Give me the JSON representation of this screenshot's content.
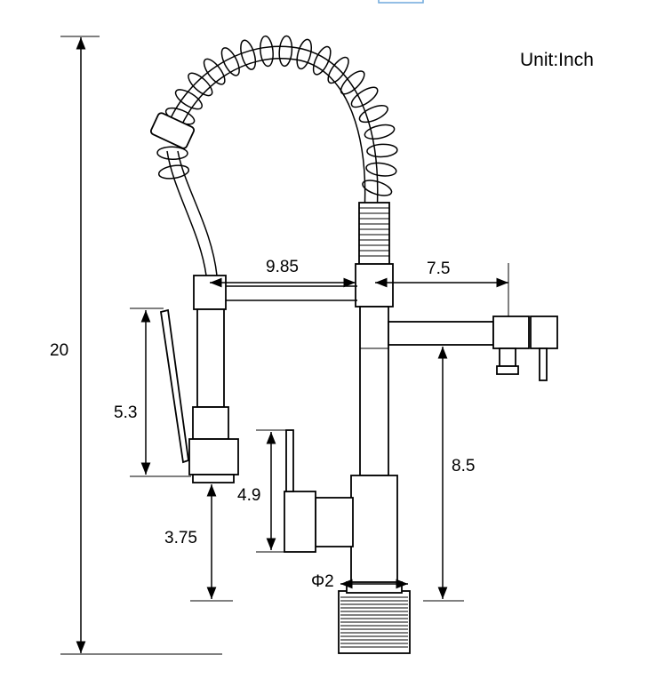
{
  "unit_label": "Unit:Inch",
  "dimensions": {
    "total_height": "20",
    "spout_reach": "9.85",
    "arm_reach": "7.5",
    "spray_head_height": "5.3",
    "spray_clearance": "3.75",
    "handle_height": "4.9",
    "base_diameter": "Φ2",
    "arm_height": "8.5"
  }
}
